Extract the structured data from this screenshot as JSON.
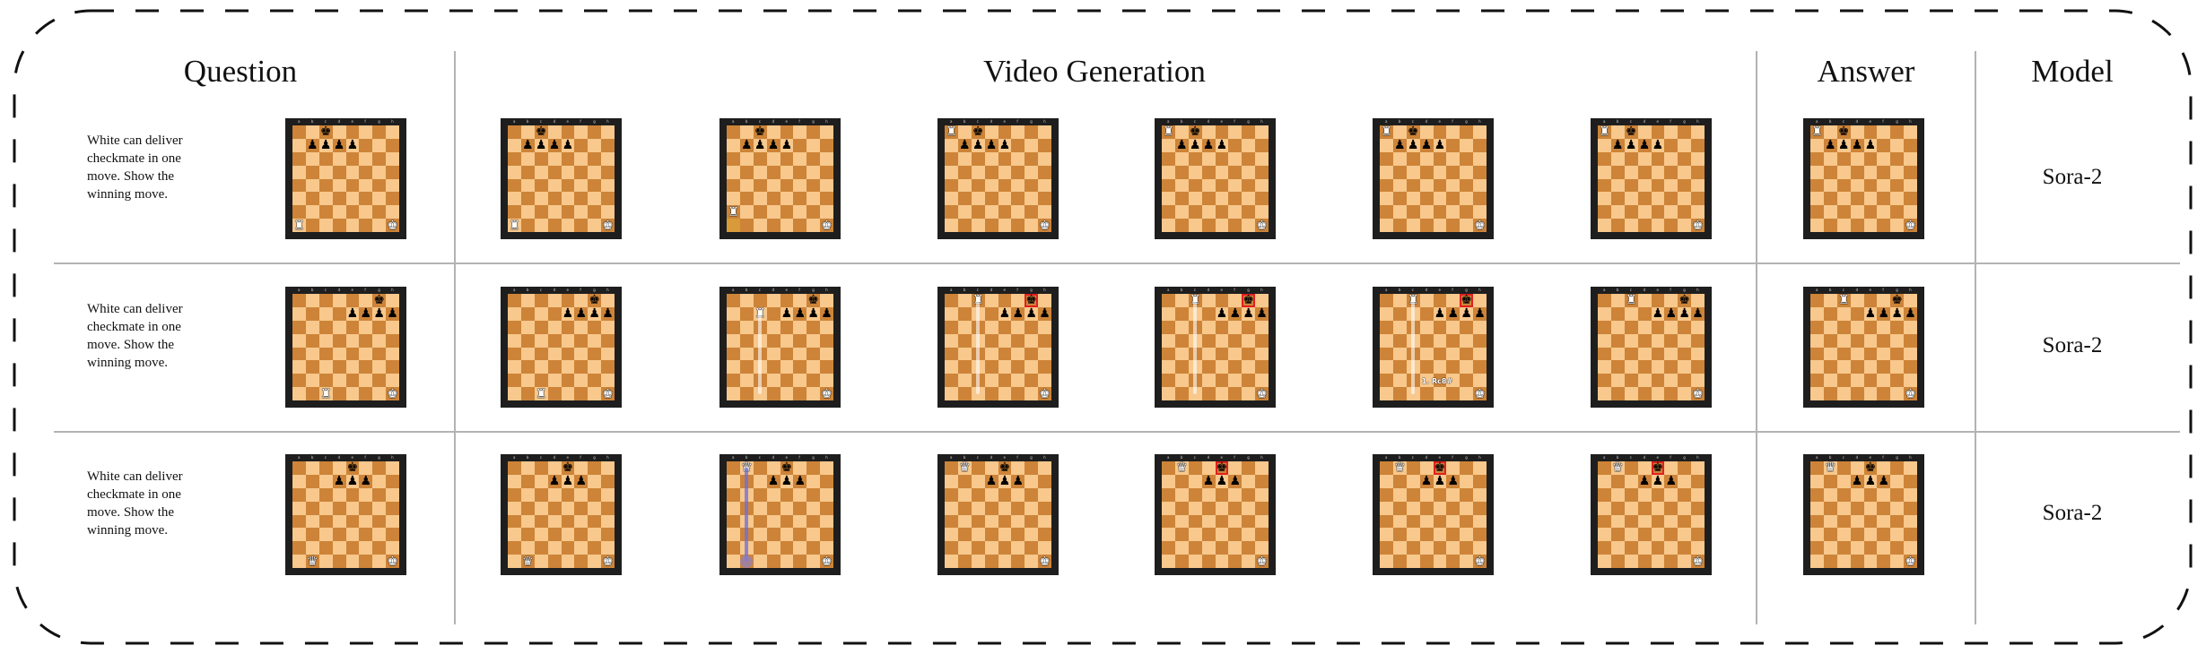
{
  "headers": {
    "question": "Question",
    "video": "Video Generation",
    "answer": "Answer",
    "model": "Model"
  },
  "colors": {
    "light_square": "#f8c88c",
    "dark_square": "#cd8438",
    "board_border": "#1e1e1e",
    "check_highlight": "#e02020",
    "divider": "#b3b3b3"
  },
  "rows": [
    {
      "question": "White can deliver checkmate in one move. Show the winning move.",
      "model": "Sora-2",
      "question_board": {
        "pieces": {
          "c8": "bK",
          "b7": "bP",
          "c7": "bP",
          "d7": "bP",
          "e7": "bP",
          "a1": "wR",
          "h1": "wK"
        }
      },
      "frames": [
        {
          "pieces": {
            "c8": "bK",
            "b7": "bP",
            "c7": "bP",
            "d7": "bP",
            "e7": "bP",
            "a1": "wR",
            "h1": "wK"
          }
        },
        {
          "pieces": {
            "c8": "bK",
            "b7": "bP",
            "c7": "bP",
            "d7": "bP",
            "e7": "bP",
            "a2": "wR",
            "h1": "wK"
          },
          "from": "a1"
        },
        {
          "pieces": {
            "c8": "bK",
            "b7": "bP",
            "c7": "bP",
            "d7": "bP",
            "e7": "bP",
            "a8": "wR",
            "h1": "wK"
          }
        },
        {
          "pieces": {
            "c8": "bK",
            "b7": "bP",
            "c7": "bP",
            "d7": "bP",
            "e7": "bP",
            "a8": "wR",
            "h1": "wK"
          }
        },
        {
          "pieces": {
            "c8": "bK",
            "b7": "bP",
            "c7": "bP",
            "d7": "bP",
            "e7": "bP",
            "a8": "wR",
            "h1": "wK"
          }
        },
        {
          "pieces": {
            "c8": "bK",
            "b7": "bP",
            "c7": "bP",
            "d7": "bP",
            "e7": "bP",
            "a8": "wR",
            "h1": "wK"
          }
        }
      ],
      "answer_board": {
        "pieces": {
          "c8": "bK",
          "b7": "bP",
          "c7": "bP",
          "d7": "bP",
          "e7": "bP",
          "a8": "wR",
          "h1": "wK"
        }
      }
    },
    {
      "question": "White can deliver checkmate in one move. Show the winning move.",
      "model": "Sora-2",
      "question_board": {
        "pieces": {
          "g8": "bK",
          "e7": "bP",
          "f7": "bP",
          "g7": "bP",
          "h7": "bP",
          "c1": "wR",
          "h1": "wK"
        }
      },
      "frames": [
        {
          "pieces": {
            "g8": "bK",
            "e7": "bP",
            "f7": "bP",
            "g7": "bP",
            "h7": "bP",
            "c1": "wR",
            "h1": "wK"
          }
        },
        {
          "pieces": {
            "g8": "bK",
            "e7": "bP",
            "f7": "bP",
            "g7": "bP",
            "h7": "bP",
            "c7": "wR",
            "h1": "wK"
          },
          "trail": {
            "file": "c",
            "from": 1,
            "to": 7,
            "style": "white"
          }
        },
        {
          "pieces": {
            "g8": "bK",
            "e7": "bP",
            "f7": "bP",
            "g7": "bP",
            "h7": "bP",
            "c8": "wR",
            "h1": "wK"
          },
          "trail": {
            "file": "c",
            "from": 1,
            "to": 8,
            "style": "white"
          },
          "check": "g8"
        },
        {
          "pieces": {
            "g8": "bK",
            "e7": "bP",
            "f7": "bP",
            "g7": "bP",
            "h7": "bP",
            "c8": "wR",
            "h1": "wK"
          },
          "trail": {
            "file": "c",
            "from": 1,
            "to": 8,
            "style": "white"
          },
          "check": "g8"
        },
        {
          "pieces": {
            "g8": "bK",
            "e7": "bP",
            "f7": "bP",
            "g7": "bP",
            "h7": "bP",
            "c8": "wR",
            "h1": "wK"
          },
          "trail": {
            "file": "c",
            "from": 1,
            "to": 8,
            "style": "white"
          },
          "check": "g8",
          "move_label": "1. Rc8#"
        },
        {
          "pieces": {
            "g8": "bK",
            "e7": "bP",
            "f7": "bP",
            "g7": "bP",
            "h7": "bP",
            "c8": "wR",
            "h1": "wK"
          }
        }
      ],
      "answer_board": {
        "pieces": {
          "g8": "bK",
          "e7": "bP",
          "f7": "bP",
          "g7": "bP",
          "h7": "bP",
          "c8": "wR",
          "h1": "wK"
        }
      }
    },
    {
      "question": "White can deliver checkmate in one move. Show the winning move.",
      "model": "Sora-2",
      "question_board": {
        "pieces": {
          "e8": "bK",
          "d7": "bP",
          "e7": "bP",
          "f7": "bP",
          "b1": "wQ",
          "h1": "wK"
        }
      },
      "frames": [
        {
          "pieces": {
            "e8": "bK",
            "d7": "bP",
            "e7": "bP",
            "f7": "bP",
            "b1": "wQ",
            "h1": "wK"
          }
        },
        {
          "pieces": {
            "e8": "bK",
            "d7": "bP",
            "e7": "bP",
            "f7": "bP",
            "b8": "wQ",
            "h1": "wK"
          },
          "trail": {
            "file": "b",
            "from": 1,
            "to": 8,
            "style": "blue"
          }
        },
        {
          "pieces": {
            "e8": "bK",
            "d7": "bP",
            "e7": "bP",
            "f7": "bP",
            "b8": "wQ",
            "h1": "wK"
          }
        },
        {
          "pieces": {
            "e8": "bK",
            "d7": "bP",
            "e7": "bP",
            "f7": "bP",
            "b8": "wQ",
            "h1": "wK"
          },
          "check": "e8"
        },
        {
          "pieces": {
            "e8": "bK",
            "d7": "bP",
            "e7": "bP",
            "f7": "bP",
            "b8": "wQ",
            "h1": "wK"
          },
          "check": "e8"
        },
        {
          "pieces": {
            "e8": "bK",
            "d7": "bP",
            "e7": "bP",
            "f7": "bP",
            "b8": "wQ",
            "h1": "wK"
          },
          "check": "e8"
        }
      ],
      "answer_board": {
        "pieces": {
          "e8": "bK",
          "d7": "bP",
          "e7": "bP",
          "f7": "bP",
          "b8": "wQ",
          "h1": "wK"
        }
      }
    }
  ]
}
